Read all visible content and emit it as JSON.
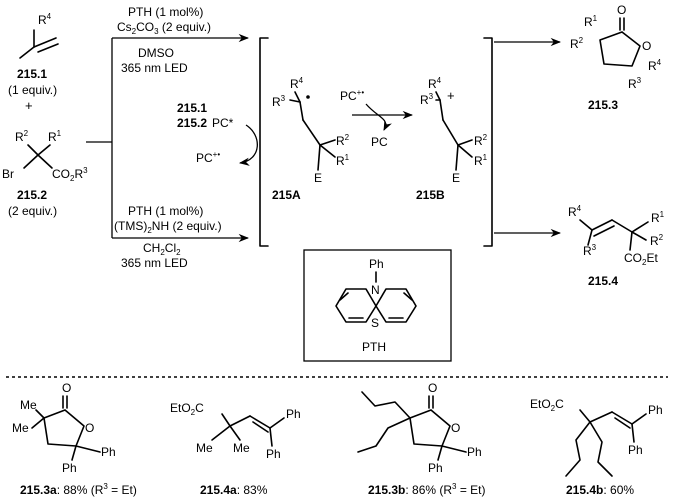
{
  "reagents": {
    "alkene_r": "R",
    "alkene_sub": "4",
    "alkene_label": "215.1",
    "alkene_equiv": "(1 equiv.)",
    "plus": "+",
    "bromide_r2": "R",
    "bromide_r2_sub": "2",
    "bromide_r1": "R",
    "bromide_r1_sub": "1",
    "bromide_br": "Br",
    "bromide_co2r": "CO",
    "bromide_co2r_sub": "2",
    "bromide_co2r_r": "R",
    "bromide_co2r_r_sub": "3",
    "bromide_label": "215.2",
    "bromide_equiv": "(2 equiv.)"
  },
  "conditions_top": {
    "line1": "PTH (1 mol%)",
    "line2a": "Cs",
    "line2b": "2",
    "line2c": "CO",
    "line2d": "3",
    "line2e": " (2 equiv.)",
    "line3": "DMSO",
    "line4": "365 nm LED"
  },
  "conditions_bottom": {
    "line1": "PTH (1 mol%)",
    "line2a": "(TMS)",
    "line2b": "2",
    "line2c": "NH (2 equiv.)",
    "line3a": "CH",
    "line3b": "2",
    "line3c": "Cl",
    "line3d": "2",
    "line4": "365 nm LED"
  },
  "cycle": {
    "in1": "215.1",
    "in2": "215.2",
    "pc_star": "PC*",
    "pc_cation": "PC",
    "pc_cation_charge": "+•",
    "mid_pc_cation": "PC",
    "mid_pc_charge": "+•",
    "mid_pc": "PC"
  },
  "intermediates": {
    "radical_label": "215A",
    "cation_label": "215B",
    "r4": "R",
    "r4_sub": "4",
    "r3": "R",
    "r3_sub": "3",
    "r2": "R",
    "r2_sub": "2",
    "r1": "R",
    "r1_sub": "1",
    "e": "E",
    "plus_charge": "+"
  },
  "catalyst": {
    "ph": "Ph",
    "n": "N",
    "s": "S",
    "name": "PTH"
  },
  "products": {
    "lactone_label": "215.3",
    "lactone_o_carbonyl": "O",
    "lactone_o_ring": "O",
    "lactone_r1": "R",
    "lactone_r1_sub": "1",
    "lactone_r2": "R",
    "lactone_r2_sub": "2",
    "lactone_r3": "R",
    "lactone_r3_sub": "3",
    "lactone_r4": "R",
    "lactone_r4_sub": "4",
    "alkene_label": "215.4",
    "alkene_r4": "R",
    "alkene_r4_sub": "4",
    "alkene_r3": "R",
    "alkene_r3_sub": "3",
    "alkene_r1": "R",
    "alkene_r1_sub": "1",
    "alkene_r2": "R",
    "alkene_r2_sub": "2",
    "alkene_co2et": "CO",
    "alkene_co2et_sub": "2",
    "alkene_co2et_tail": "Et"
  },
  "examples": {
    "e1_me_top": "Me",
    "e1_me_left": "Me",
    "e1_o_carbonyl": "O",
    "e1_o_ring": "O",
    "e1_ph_bottom": "Ph",
    "e1_ph_right": "Ph",
    "e1_label": "215.3a",
    "e1_yield": ": 88% (R",
    "e1_yield_sub": "3",
    "e1_yield_tail": " = Et)",
    "e2_eto2c": "EtO",
    "e2_eto2c_sub": "2",
    "e2_eto2c_tail": "C",
    "e2_ph_top": "Ph",
    "e2_ph_bottom": "Ph",
    "e2_me_left": "Me",
    "e2_me_right": "Me",
    "e2_label": "215.4a",
    "e2_yield": ": 83%",
    "e3_o_carbonyl": "O",
    "e3_o_ring": "O",
    "e3_ph_bottom": "Ph",
    "e3_ph_right": "Ph",
    "e3_label": "215.3b",
    "e3_yield": ": 86% (R",
    "e3_yield_sub": "3",
    "e3_yield_tail": " = Et)",
    "e4_eto2c": "EtO",
    "e4_eto2c_sub": "2",
    "e4_eto2c_tail": "C",
    "e4_ph_top": "Ph",
    "e4_ph_bottom": "Ph",
    "e4_label": "215.4b",
    "e4_yield": ": 60%"
  }
}
